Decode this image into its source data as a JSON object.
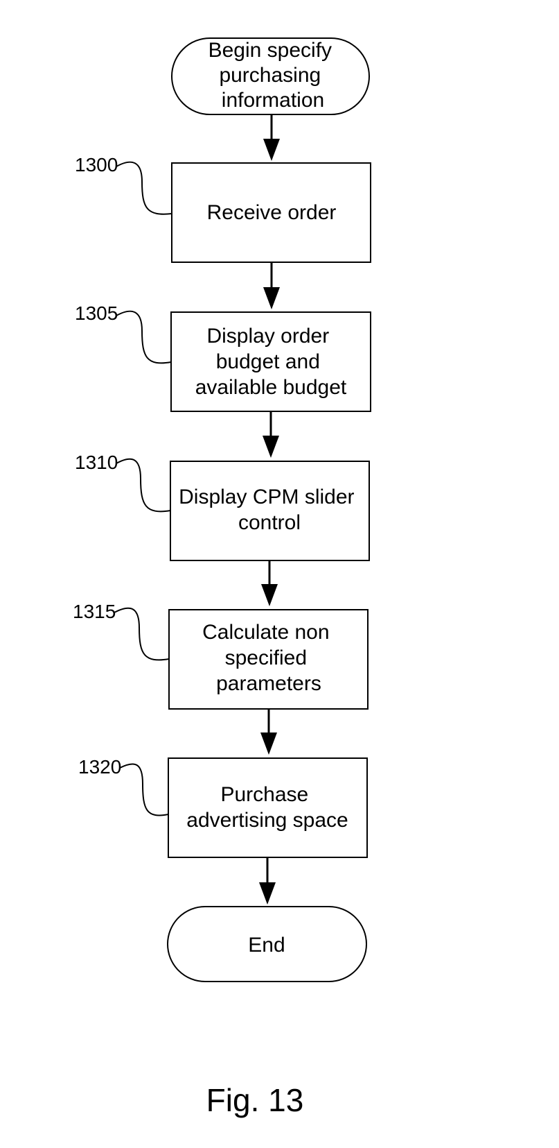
{
  "flowchart": {
    "start": {
      "lines": [
        "Begin specify",
        "purchasing",
        "information"
      ]
    },
    "steps": [
      {
        "ref": "1300",
        "lines": [
          "Receive order"
        ]
      },
      {
        "ref": "1305",
        "lines": [
          "Display order",
          "budget and",
          "available budget"
        ]
      },
      {
        "ref": "1310",
        "lines": [
          "Display CPM slider",
          "control"
        ]
      },
      {
        "ref": "1315",
        "lines": [
          "Calculate non",
          "specified",
          "parameters"
        ]
      },
      {
        "ref": "1320",
        "lines": [
          "Purchase",
          "advertising space"
        ]
      }
    ],
    "end": {
      "lines": [
        "End"
      ]
    }
  },
  "caption": "Fig. 13"
}
